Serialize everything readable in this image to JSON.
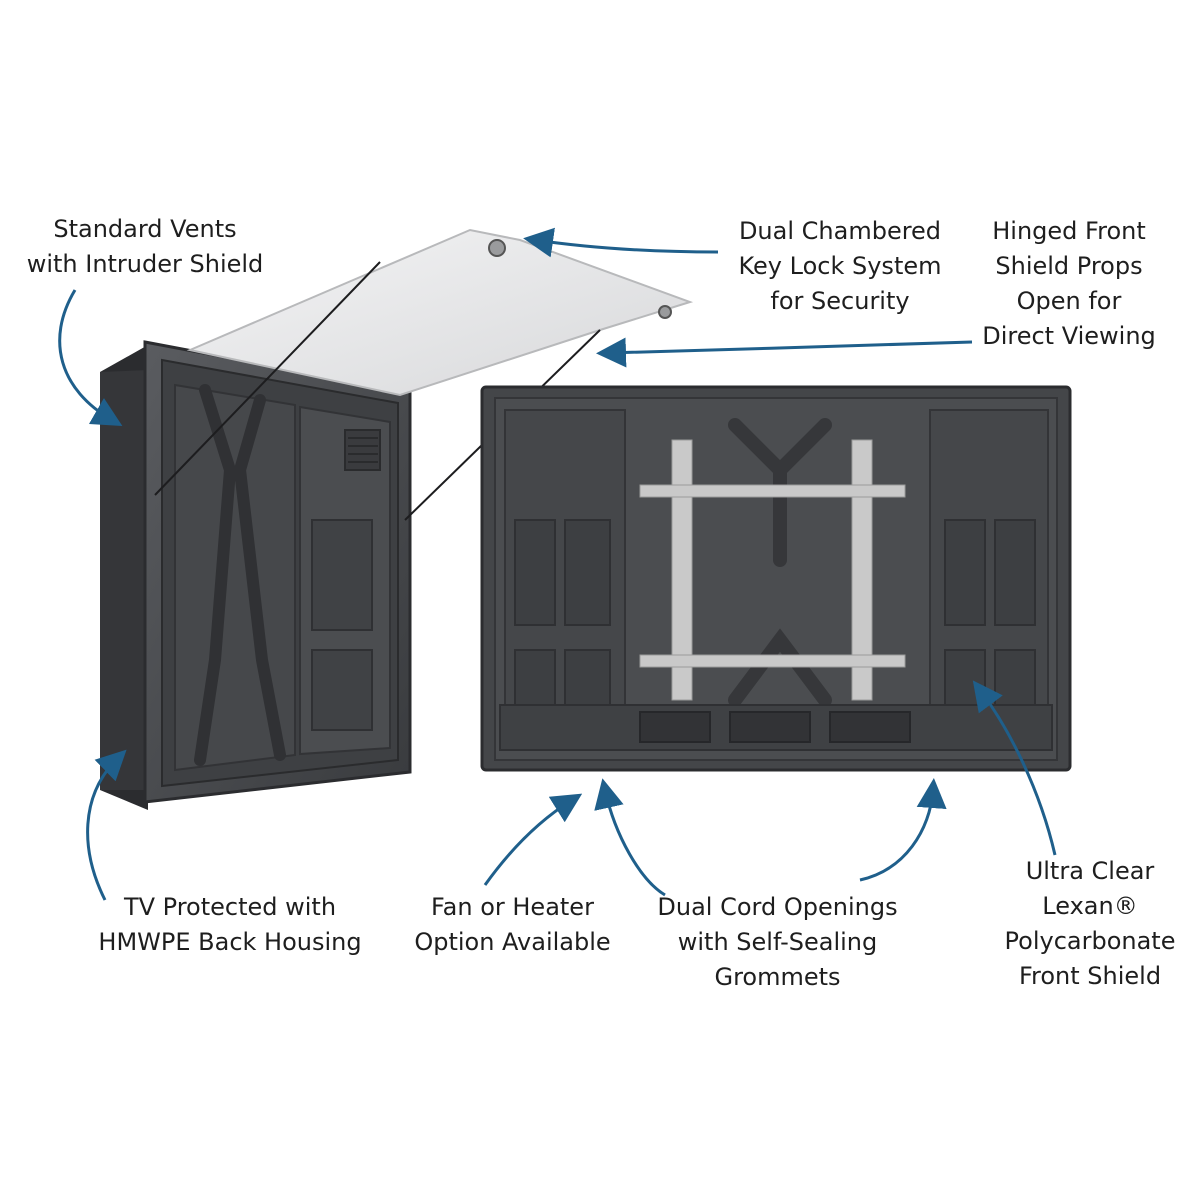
{
  "callouts": {
    "standard_vents": {
      "lines": [
        "Standard Vents",
        "with Intruder Shield"
      ]
    },
    "dual_chambered": {
      "lines": [
        "Dual Chambered",
        "Key Lock System",
        "for Security"
      ]
    },
    "hinged_front": {
      "lines": [
        "Hinged Front",
        "Shield Props",
        "Open for",
        "Direct Viewing"
      ]
    },
    "tv_protected": {
      "lines": [
        "TV Protected with",
        "HMWPE Back Housing"
      ]
    },
    "fan_heater": {
      "lines": [
        "Fan or Heater",
        "Option Available"
      ]
    },
    "dual_cord": {
      "lines": [
        "Dual Cord Openings",
        "with Self-Sealing",
        "Grommets"
      ]
    },
    "ultra_clear": {
      "lines": [
        "Ultra Clear",
        "Lexan®",
        "Polycarbonate",
        "Front Shield"
      ]
    }
  },
  "colors": {
    "arrow": "#1f5f8b",
    "housing": "#4a4c50",
    "housing_dark": "#2b2c2f",
    "bracket": "#c9c9c9",
    "shield": "#e6e7e9",
    "text": "#1e1e1e"
  },
  "icons": {
    "arrow": "curved-arrow-icon"
  }
}
